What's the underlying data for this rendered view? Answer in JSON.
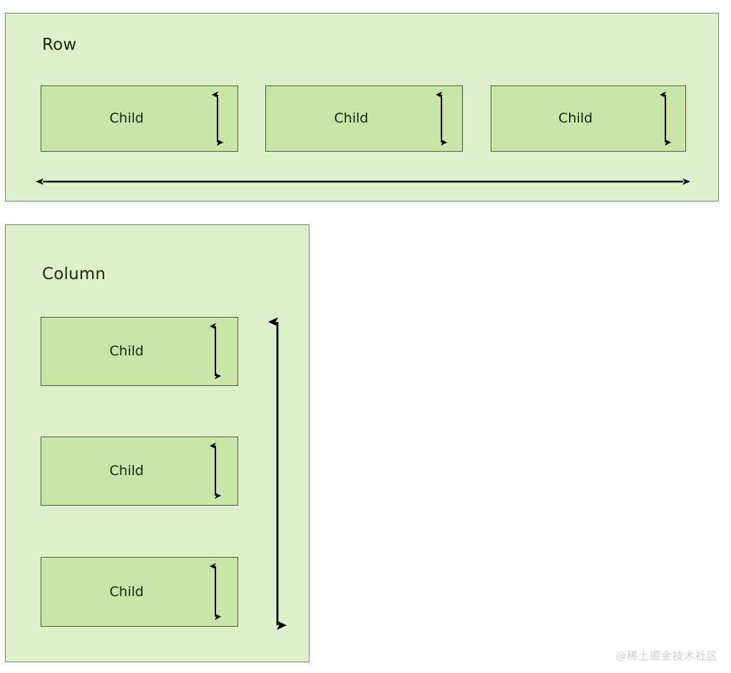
{
  "page": {
    "background_color": "#ffffff",
    "watermark": "@稀土掘金技术社区"
  },
  "colors": {
    "container_fill": "#ddefcb",
    "container_border": "#808080",
    "child_fill": "#c6e5a6",
    "child_border": "#4a5c3a",
    "text": "#16250e",
    "arrow": "#000000",
    "watermark": "#c9cdd2"
  },
  "diagram": {
    "type": "layout-axis-diagram",
    "sections": [
      {
        "id": "row",
        "title": "Row",
        "main_axis": "horizontal",
        "cross_axis": "vertical",
        "children": [
          {
            "label": "Child",
            "cross_axis_arrow": "vertical-double"
          },
          {
            "label": "Child",
            "cross_axis_arrow": "vertical-double"
          },
          {
            "label": "Child",
            "cross_axis_arrow": "vertical-double"
          }
        ],
        "main_axis_arrow": "horizontal-double"
      },
      {
        "id": "column",
        "title": "Column",
        "main_axis": "vertical",
        "cross_axis": "vertical",
        "children": [
          {
            "label": "Child",
            "cross_axis_arrow": "vertical-double"
          },
          {
            "label": "Child",
            "cross_axis_arrow": "vertical-double"
          },
          {
            "label": "Child",
            "cross_axis_arrow": "vertical-double"
          }
        ],
        "main_axis_arrow": "vertical-double"
      }
    ]
  }
}
